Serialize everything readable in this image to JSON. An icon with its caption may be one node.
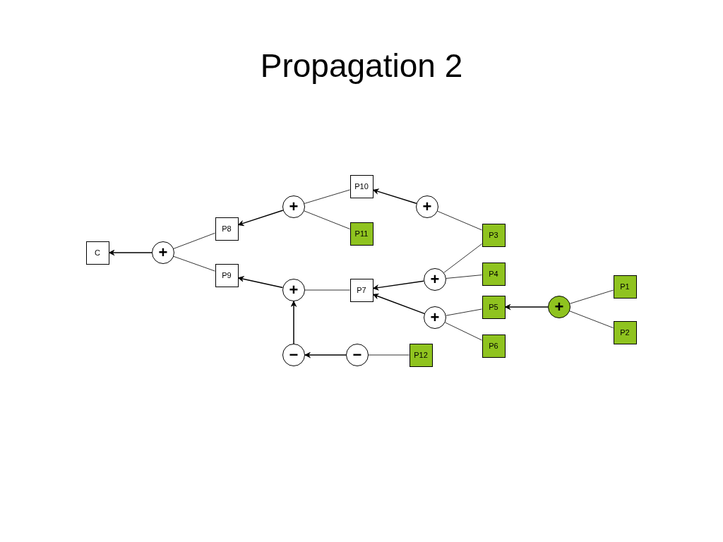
{
  "diagram": {
    "title": "Propagation 2",
    "nodes": [
      {
        "text": [
          "C"
        ]
      },
      {
        "text": [
          "+"
        ]
      },
      {
        "text": [
          "P8"
        ]
      },
      {
        "text": [
          "P9"
        ]
      },
      {
        "text": [
          "+"
        ]
      },
      {
        "text": [
          "P10"
        ]
      },
      {
        "text": [
          "P11"
        ]
      },
      {
        "text": [
          "+"
        ]
      },
      {
        "text": [
          "P7"
        ]
      },
      {
        "text": [
          "+"
        ]
      },
      {
        "text": [
          "P3"
        ]
      },
      {
        "text": [
          "+"
        ]
      },
      {
        "text": [
          "P4"
        ]
      },
      {
        "text": [
          "+"
        ]
      },
      {
        "text": [
          "P5"
        ]
      },
      {
        "text": [
          "P6"
        ]
      },
      {
        "text": [
          "+"
        ]
      },
      {
        "text": [
          "P1"
        ]
      },
      {
        "text": [
          "P2"
        ]
      },
      {
        "text": [
          "−"
        ]
      },
      {
        "text": [
          "−"
        ]
      },
      {
        "text": [
          "P12"
        ]
      }
    ],
    "edges": [
      {
        "from": 1,
        "to": 0,
        "arrow": "to"
      },
      {
        "from": 2,
        "to": 1,
        "arrow": "none"
      },
      {
        "from": 3,
        "to": 1,
        "arrow": "none"
      },
      {
        "from": 4,
        "to": 2,
        "arrow": "to"
      },
      {
        "from": 5,
        "to": 4,
        "arrow": "none"
      },
      {
        "from": 6,
        "to": 4,
        "arrow": "none"
      },
      {
        "from": 7,
        "to": 3,
        "arrow": "to"
      },
      {
        "from": 8,
        "to": 7,
        "arrow": "none"
      },
      {
        "from": 9,
        "to": 5,
        "arrow": "to"
      },
      {
        "from": 10,
        "to": 9,
        "arrow": "none"
      },
      {
        "from": 11,
        "to": 8,
        "arrow": "to"
      },
      {
        "from": 10,
        "to": 11,
        "arrow": "none"
      },
      {
        "from": 12,
        "to": 11,
        "arrow": "none"
      },
      {
        "from": 13,
        "to": 8,
        "arrow": "to"
      },
      {
        "from": 14,
        "to": 13,
        "arrow": "none"
      },
      {
        "from": 15,
        "to": 13,
        "arrow": "none"
      },
      {
        "from": 16,
        "to": 14,
        "arrow": "to"
      },
      {
        "from": 17,
        "to": 16,
        "arrow": "none"
      },
      {
        "from": 18,
        "to": 16,
        "arrow": "none"
      },
      {
        "from": 19,
        "to": 7,
        "arrow": "to"
      },
      {
        "from": 20,
        "to": 19,
        "arrow": "to"
      },
      {
        "from": 21,
        "to": 20,
        "arrow": "none"
      }
    ]
  }
}
